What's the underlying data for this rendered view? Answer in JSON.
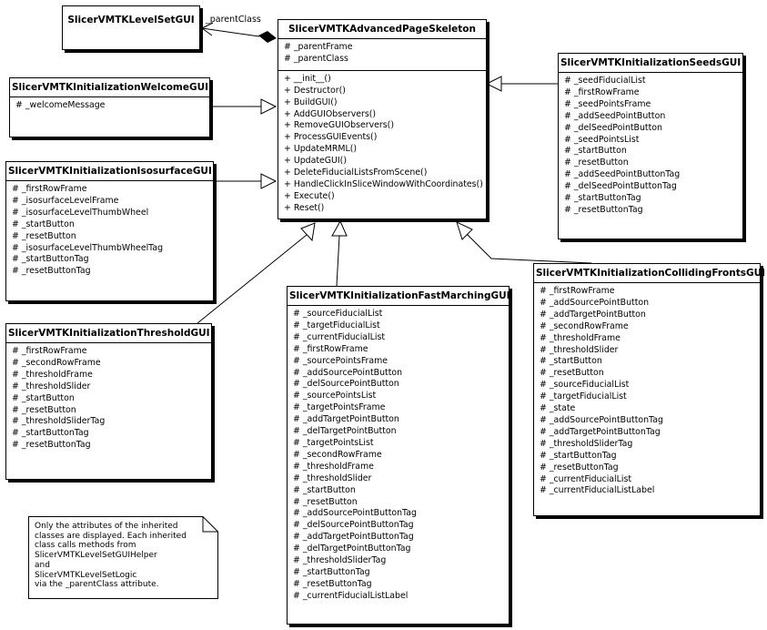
{
  "association_label": "_parentClass",
  "note_lines": [
    "Only the attributes of the inherited",
    "classes are displayed. Each inherited",
    "class calls methods from",
    "SlicerVMTKLevelSetGUIHelper",
    "and",
    "SlicerVMTKLevelSetLogic",
    "via the _parentClass attribute."
  ],
  "classes": {
    "levelset": {
      "name": "SlicerVMTKLevelSetGUI"
    },
    "skeleton": {
      "name": "SlicerVMTKAdvancedPageSkeleton",
      "attributes": [
        "# _parentFrame",
        "# _parentClass"
      ],
      "methods": [
        "+ __init__()",
        "+ Destructor()",
        "+ BuildGUI()",
        "+ AddGUIObservers()",
        "+ RemoveGUIObservers()",
        "+ ProcessGUIEvents()",
        "+ UpdateMRML()",
        "+ UpdateGUI()",
        "+ DeleteFiducialListsFromScene()",
        "+ HandleClickInSliceWindowWithCoordinates()",
        "+ Execute()",
        "+ Reset()"
      ]
    },
    "welcome": {
      "name": "SlicerVMTKInitializationWelcomeGUI",
      "attributes": [
        "# _welcomeMessage"
      ]
    },
    "isosurface": {
      "name": "SlicerVMTKInitializationIsosurfaceGUI",
      "attributes": [
        "# _firstRowFrame",
        "# _isosurfaceLevelFrame",
        "# _isosurfaceLevelThumbWheel",
        "# _startButton",
        "# _resetButton",
        "# _isosurfaceLevelThumbWheelTag",
        "# _startButtonTag",
        "# _resetButtonTag"
      ]
    },
    "threshold": {
      "name": "SlicerVMTKInitializationThresholdGUI",
      "attributes": [
        "# _firstRowFrame",
        "# _secondRowFrame",
        "# _thresholdFrame",
        "# _thresholdSlider",
        "# _startButton",
        "# _resetButton",
        "# _thresholdSliderTag",
        "# _startButtonTag",
        "# _resetButtonTag"
      ]
    },
    "seeds": {
      "name": "SlicerVMTKInitializationSeedsGUI",
      "attributes": [
        "# _seedFiducialList",
        "# _firstRowFrame",
        "# _seedPointsFrame",
        "# _addSeedPointButton",
        "# _delSeedPointButton",
        "# _seedPointsList",
        "# _startButton",
        "# _resetButton",
        "# _addSeedPointButtonTag",
        "# _delSeedPointButtonTag",
        "# _startButtonTag",
        "# _resetButtonTag"
      ]
    },
    "fastmarching": {
      "name": "SlicerVMTKInitializationFastMarchingGUI",
      "attributes": [
        "# _sourceFiducialList",
        "# _targetFiducialList",
        "# _currentFiducialList",
        "# _firstRowFrame",
        "# _sourcePointsFrame",
        "# _addSourcePointButton",
        "# _delSourcePointButton",
        "# _sourcePointsList",
        "# _targetPointsFrame",
        "# _addTargetPointButton",
        "# _delTargetPointButton",
        "# _targetPointsList",
        "# _secondRowFrame",
        "# _thresholdFrame",
        "# _thresholdSlider",
        "# _startButton",
        "# _resetButton",
        "# _addSourcePointButtonTag",
        "# _delSourcePointButtonTag",
        "# _addTargetPointButtonTag",
        "# _delTargetPointButtonTag",
        "# _thresholdSliderTag",
        "# _startButtonTag",
        "# _resetButtonTag",
        "# _currentFiducialListLabel"
      ]
    },
    "colliding": {
      "name": "SlicerVMTKInitializationCollidingFrontsGUI",
      "attributes": [
        "# _firstRowFrame",
        "# _addSourcePointButton",
        "# _addTargetPointButton",
        "# _secondRowFrame",
        "# _thresholdFrame",
        "# _thresholdSlider",
        "# _startButton",
        "# _resetButton",
        "# _sourceFiducialList",
        "# _targetFiducialList",
        "# _state",
        "# _addSourcePointButtonTag",
        "# _addTargetPointButtonTag",
        "# _thresholdSliderTag",
        "# _startButtonTag",
        "# _resetButtonTag",
        "# _currentFiducialList",
        "# _currentFiducialListLabel"
      ]
    }
  }
}
